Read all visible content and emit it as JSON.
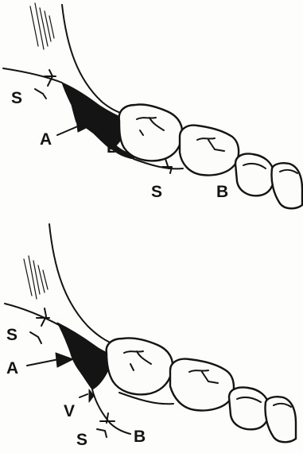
{
  "colors": {
    "ink": "#141414",
    "paper": "#fdfdfb"
  },
  "top": {
    "labels": {
      "suture": "S",
      "arrow": "A",
      "base_left": "B",
      "suture_low": "S",
      "base_right": "B"
    }
  },
  "bottom": {
    "labels": {
      "suture": "S",
      "arrow": "A",
      "vessel": "V",
      "suture_low": "S",
      "base": "B"
    }
  }
}
